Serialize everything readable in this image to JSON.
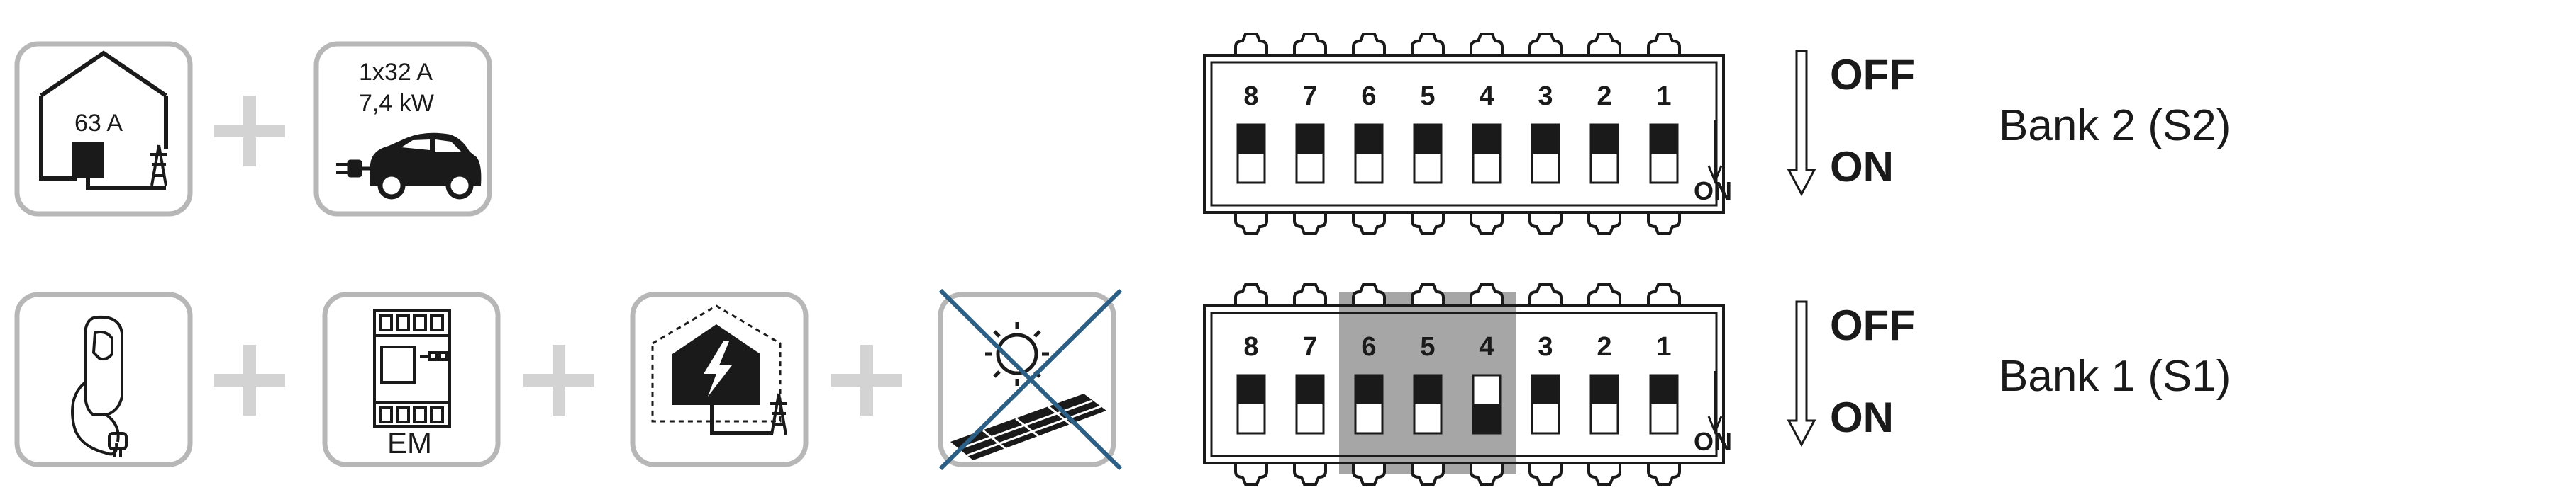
{
  "top_row": {
    "house_label": "63 A",
    "ev_line1": "1x32 A",
    "ev_line2": "7,4 kW"
  },
  "bottom_row": {
    "em_label": "EM",
    "pv_crossed": true
  },
  "switch_numbers": [
    "8",
    "7",
    "6",
    "5",
    "4",
    "3",
    "2",
    "1"
  ],
  "on_label": "ON",
  "banks": [
    {
      "name": "Bank 2 (S2)",
      "off_label": "OFF",
      "on_label": "ON",
      "switch_positions": [
        "off",
        "off",
        "off",
        "off",
        "off",
        "off",
        "off",
        "off"
      ],
      "highlighted": []
    },
    {
      "name": "Bank 1 (S1)",
      "off_label": "OFF",
      "on_label": "ON",
      "switch_positions": [
        "off",
        "off",
        "off",
        "off",
        "on",
        "off",
        "off",
        "off"
      ],
      "highlighted": [
        "6",
        "5",
        "4"
      ]
    }
  ],
  "colors": {
    "box_border": "#b7b7b7",
    "plus_sign": "#d3d3d3",
    "highlight": "#a6a6a6",
    "cross": "#2b5f86",
    "ink": "#1a1a1a"
  }
}
